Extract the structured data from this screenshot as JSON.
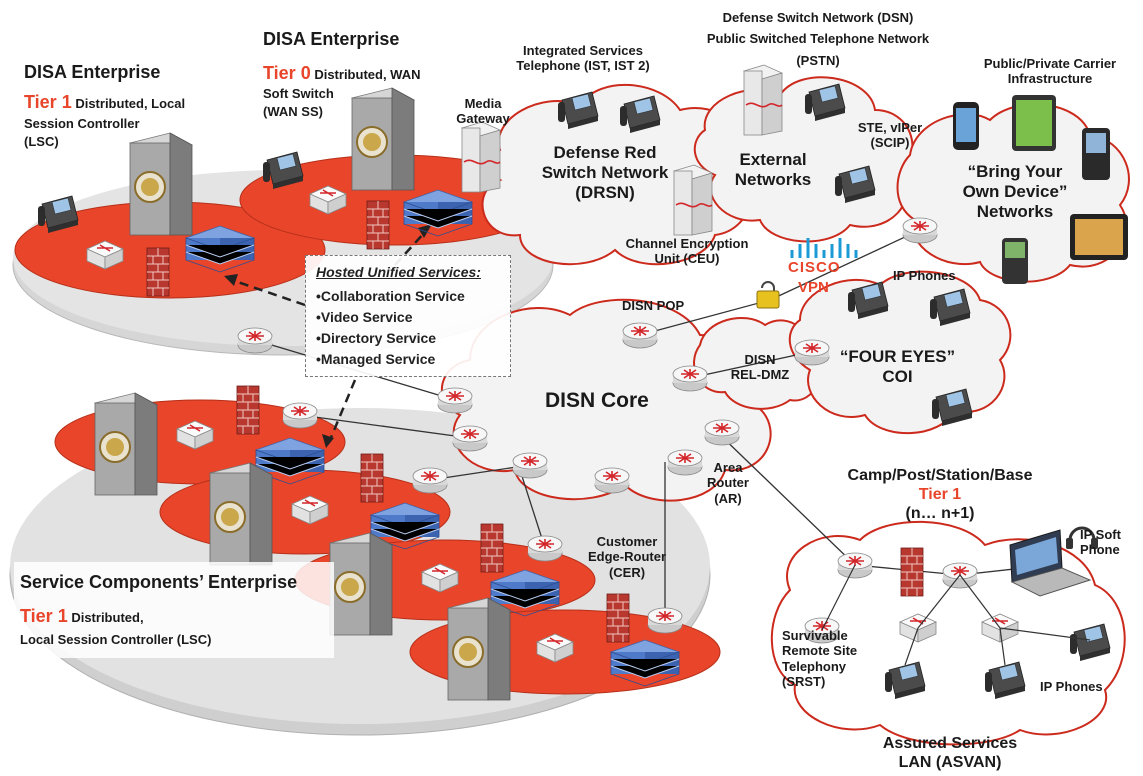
{
  "labels": {
    "disa_lsc_title": "DISA Enterprise",
    "disa_lsc_tier": "Tier 1",
    "disa_lsc_l1": "Distributed, Local",
    "disa_lsc_l2": "Session Controller",
    "disa_lsc_l3": "(LSC)",
    "disa_ss_title": "DISA Enterprise",
    "disa_ss_tier": "Tier 0",
    "disa_ss_l1": "Distributed, WAN",
    "disa_ss_l2": "Soft Switch",
    "disa_ss_l3": "(WAN SS)",
    "ist_l1": "Integrated Services",
    "ist_l2": "Telephone (IST, IST 2)",
    "dsn_l1": "Defense Switch Network (DSN)",
    "dsn_l2": "Public Switched Telephone Network",
    "dsn_l3": "(PSTN)",
    "carrier_l1": "Public/Private Carrier",
    "carrier_l2": "Infrastructure",
    "media_l1": "Media",
    "media_l2": "Gateway",
    "drsn_l1": "Defense Red",
    "drsn_l2": "Switch Network",
    "drsn_l3": "(DRSN)",
    "ext_l1": "External",
    "ext_l2": "Networks",
    "ste_l1": "STE, vIPer",
    "ste_l2": "(SCIP)",
    "byod_l1": "“Bring Your",
    "byod_l2": "Own Device”",
    "byod_l3": "Networks",
    "ceu_l1": "Channel Encryption",
    "ceu_l2": "Unit (CEU)",
    "cisco": "CISCO",
    "vpn": "VPN",
    "ipphones_top": "IP Phones",
    "disn_pop": "DISN POP",
    "reldmz_l1": "DISN",
    "reldmz_l2": "REL-DMZ",
    "foureyes_l1": "“FOUR EYES”",
    "foureyes_l2": "COI",
    "disn_core": "DISN Core",
    "ar_l1": "Area",
    "ar_l2": "Router",
    "ar_l3": "(AR)",
    "camp_l1": "Camp/Post/Station/Base",
    "camp_tier": "Tier 1",
    "camp_l3": "(n… n+1)",
    "softphone_l1": "IP Soft",
    "softphone_l2": "Phone",
    "cer_l1": "Customer",
    "cer_l2": "Edge-Router",
    "cer_l3": "(CER)",
    "sce_title": "Service Components’ Enterprise",
    "sce_tier": "Tier 1",
    "sce_l1": "Distributed,",
    "sce_l2": "Local Session Controller (LSC)",
    "srst_l1": "Survivable",
    "srst_l2": "Remote Site",
    "srst_l3": "Telephony",
    "srst_l4": "(SRST)",
    "ipphones_bottom": "IP Phones",
    "asvan_l1": "Assured Services",
    "asvan_l2": "LAN (ASVAN)"
  },
  "hosted": {
    "title": "Hosted Unified Services:",
    "items": [
      "Collaboration Service",
      "Video Service",
      "Directory Service",
      "Managed Service"
    ]
  },
  "colors": {
    "red_platter": "#e8452a",
    "grey_platter": "#d4d4d4",
    "cloud_fill": "#f3f3f3",
    "cloud_stroke": "#cc2a1c",
    "accent_text": "#e8452a",
    "cisco_blue": "#1b9ad6"
  },
  "icons": [
    "router-icon",
    "switch-icon",
    "firewall-icon",
    "server-rack-icon",
    "ip-phone-icon",
    "crypto-unit-icon",
    "laptop-icon",
    "headset-icon",
    "lock-icon",
    "smartphone-icon",
    "tablet-icon"
  ]
}
